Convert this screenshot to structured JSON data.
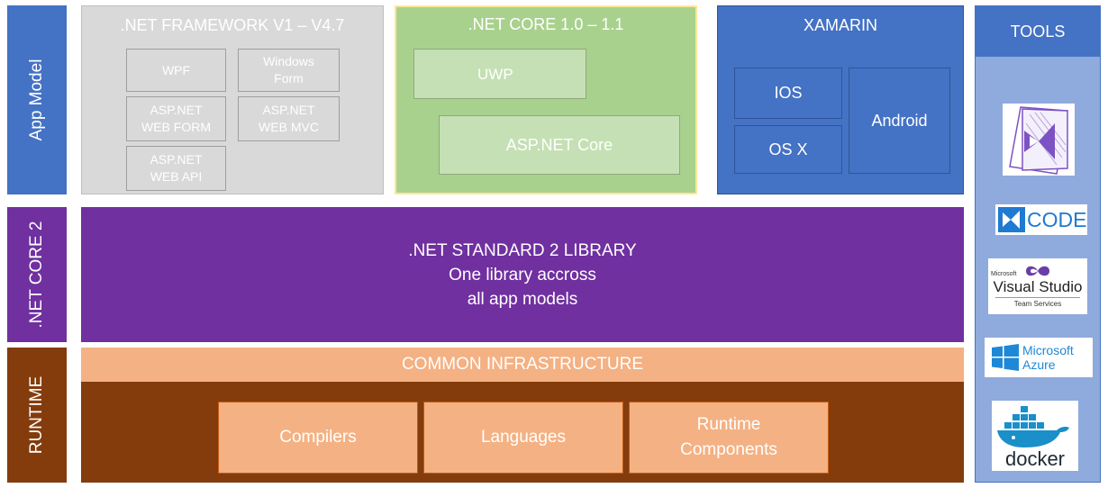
{
  "side_labels": {
    "app_model": "App Model",
    "net_core_2": ".NET CORE 2",
    "runtime": "RUNTIME"
  },
  "framework": {
    "title": ".NET FRAMEWORK V1 – V4.7",
    "wpf": "WPF",
    "windows_form": [
      "Windows",
      "Form"
    ],
    "aspnet_web_form": [
      "ASP.NET",
      "WEB FORM"
    ],
    "aspnet_web_mvc": [
      "ASP.NET",
      "WEB MVC"
    ],
    "aspnet_web_api": [
      "ASP.NET",
      "WEB API"
    ]
  },
  "netcore": {
    "title": ".NET CORE 1.0 – 1.1",
    "uwp": "UWP",
    "aspnet_core": "ASP.NET Core"
  },
  "xamarin": {
    "title": "XAMARIN",
    "ios": "IOS",
    "osx": "OS X",
    "android": "Android"
  },
  "standard": {
    "lines": [
      ".NET STANDARD 2 LIBRARY",
      "One library accross",
      "all app models"
    ]
  },
  "runtime": {
    "common_infrastructure": "COMMON INFRASTRUCTURE",
    "compilers": "Compilers",
    "languages": "Languages",
    "runtime_components": [
      "Runtime",
      "Components"
    ]
  },
  "tools": {
    "title": "TOOLS",
    "vscode_label": "CODE",
    "vsts": {
      "small": "Microsoft",
      "big": "Visual Studio",
      "sub": "Team Services"
    },
    "azure": [
      "Microsoft",
      "Azure"
    ],
    "docker": "docker"
  },
  "colors": {
    "blue_label": "#4472c4",
    "framework_bg": "#d9d9d9",
    "netcore_bg": "#a9d18e",
    "netcore_border": "#ffe699",
    "xamarin_bg": "#4472c4",
    "standard_bg": "#7030a0",
    "infra_bg": "#f4b183",
    "runtime_bg": "#843c0c",
    "tools_bg": "#8faadc"
  }
}
